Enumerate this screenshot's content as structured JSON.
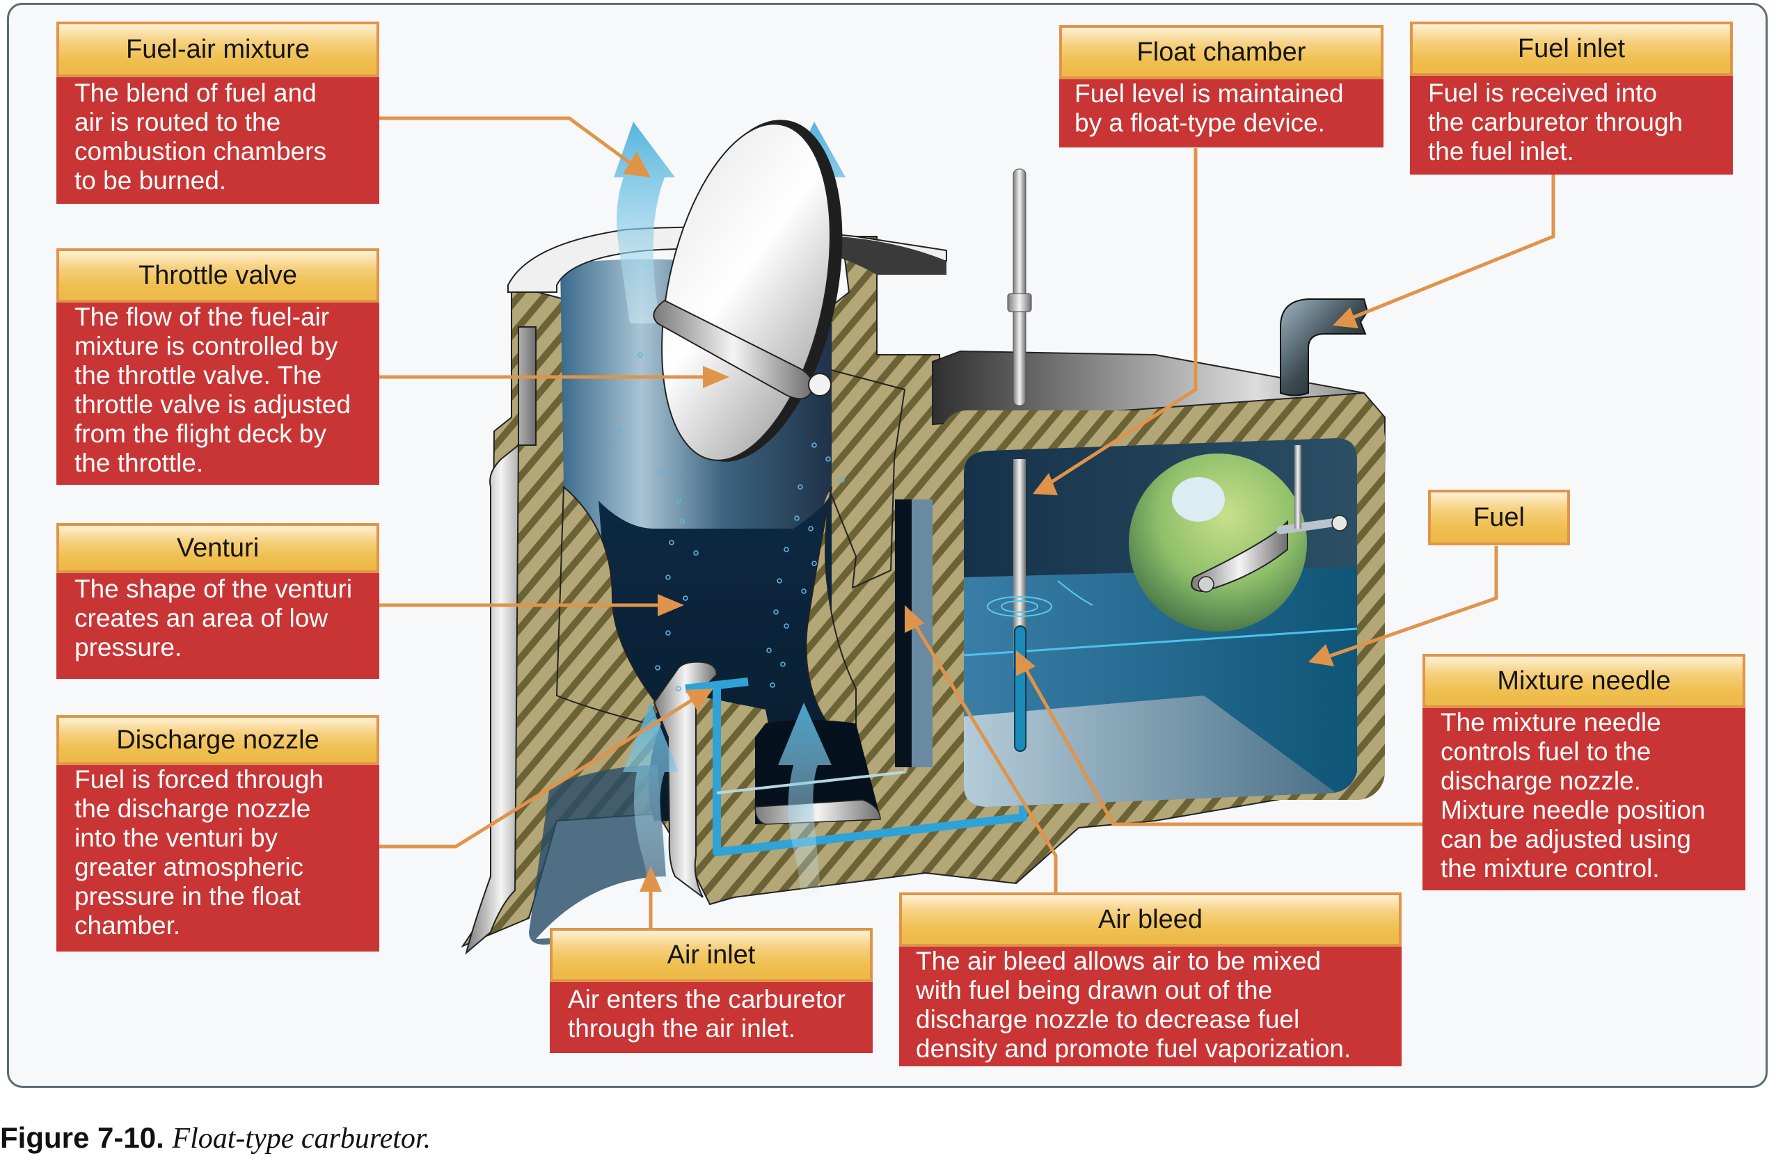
{
  "figure": {
    "number": "Figure 7-10.",
    "title": "Float-type carburetor."
  },
  "callouts": {
    "fuel_air_mixture": {
      "title": "Fuel-air mixture",
      "body": "The blend of fuel and\nair is routed to the\ncombustion chambers\nto be burned."
    },
    "throttle_valve": {
      "title": "Throttle valve",
      "body": "The flow of the fuel-air\nmixture is controlled by\nthe throttle valve. The\nthrottle valve is adjusted\nfrom the flight deck by\nthe throttle."
    },
    "venturi": {
      "title": "Venturi",
      "body": "The shape of the venturi\ncreates an area of low\npressure."
    },
    "discharge_nozzle": {
      "title": "Discharge nozzle",
      "body": "Fuel is forced through\nthe discharge nozzle\ninto the venturi by\ngreater atmospheric\npressure in the float\nchamber."
    },
    "float_chamber": {
      "title": "Float chamber",
      "body": "Fuel level is maintained\nby a float-type device."
    },
    "fuel_inlet": {
      "title": "Fuel inlet",
      "body": "Fuel is received into\nthe carburetor through\nthe fuel inlet."
    },
    "fuel": {
      "title": "Fuel"
    },
    "mixture_needle": {
      "title": "Mixture needle",
      "body": "The mixture needle\ncontrols fuel to the\ndischarge nozzle.\nMixture needle position\ncan be adjusted using\nthe mixture control."
    },
    "air_inlet": {
      "title": "Air inlet",
      "body": "Air enters the carburetor\nthrough the air inlet."
    },
    "air_bleed": {
      "title": "Air bleed",
      "body": "The air bleed allows air to be mixed\nwith fuel being drawn out of the\ndischarge nozzle to decrease fuel\ndensity and promote fuel vaporization."
    }
  },
  "colors": {
    "callout_header": "#efbf4f",
    "callout_border": "#e0944a",
    "callout_body": "#c93535",
    "leader_line": "#e0944a",
    "housing_hatch": "#a8996a",
    "fuel_blue": "#1e6f93",
    "air_arrow": "#5ab3dd",
    "float_green": "#8fbf6a"
  }
}
